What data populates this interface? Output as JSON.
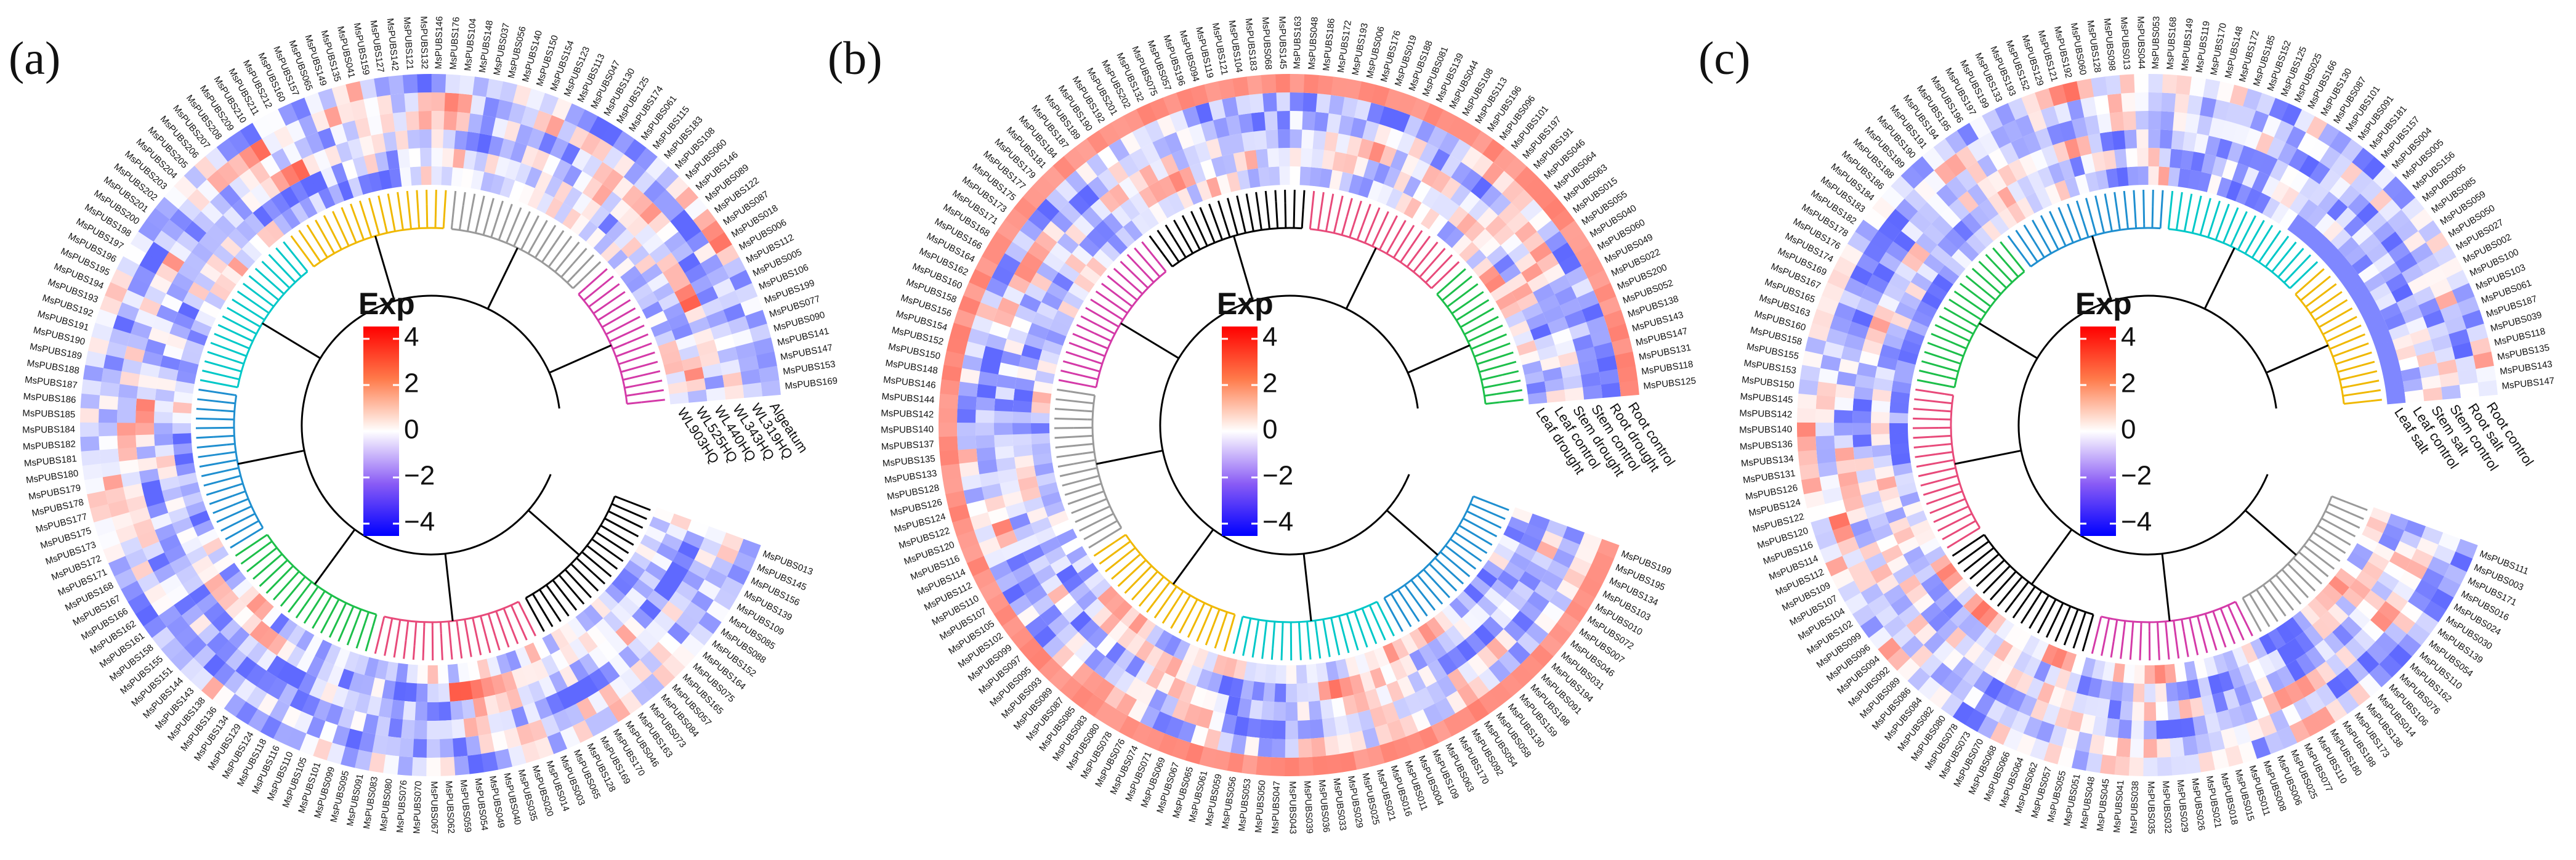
{
  "panels": [
    {
      "label": "(a)",
      "tracks": [
        "Algeatum",
        "WL319HQ",
        "WL343HQ",
        "WL440HQ",
        "WL525HQ",
        "WL903HQ"
      ],
      "genes_right": [
        "MsPUBS013",
        "MsPUBS145",
        "MsPUBS156",
        "MsPUBS139",
        "MsPUBS109",
        "MsPUBS085",
        "MsPUBS088",
        "MsPUBS152",
        "MsPUBS164",
        "MsPUBS075",
        "MsPUBS165",
        "MsPUBS057",
        "MsPUBS084",
        "MsPUBS073",
        "MsPUBS163",
        "MsPUBS046",
        "MsPUBS170",
        "MsPUBS169",
        "MsPUBS128",
        "MsPUBS065"
      ],
      "genes_left": [
        "MsPUBS160",
        "MsPUBS157",
        "MsPUBS065",
        "MsPUBS149",
        "MsPUBS135",
        "MsPUBS041",
        "MsPUBS159",
        "MsPUBS127",
        "MsPUBS142",
        "MsPUBS121",
        "MsPUBS132",
        "MsPUBS146",
        "MsPUBS176",
        "MsPUBS104",
        "MsPUBS148",
        "MsPUBS037",
        "MsPUBS056",
        "MsPUBS140",
        "MsPUBS150",
        "MsPUBS154",
        "MsPUBS123",
        "MsPUBS113",
        "MsPUBS047",
        "MsPUBS130",
        "MsPUBS125",
        "MsPUBS174",
        "MsPUBS061",
        "MsPUBS115",
        "MsPUBS183",
        "MsPUBS108",
        "MsPUBS060",
        "MsPUBS146",
        "MsPUBS089",
        "MsPUBS122",
        "MsPUBS087",
        "MsPUBS018",
        "MsPUBS006",
        "MsPUBS112",
        "MsPUBS005",
        "MsPUBS106",
        "MsPUBS199",
        "MsPUBS077",
        "MsPUBS090",
        "MsPUBS141",
        "MsPUBS147",
        "MsPUBS153",
        "MsPUBS169"
      ],
      "genes_arc": [
        "MsPUBS003",
        "MsPUBS014",
        "MsPUBS020",
        "MsPUBS035",
        "MsPUBS040",
        "MsPUBS049",
        "MsPUBS054",
        "MsPUBS059",
        "MsPUBS062",
        "MsPUBS067",
        "MsPUBS070",
        "MsPUBS076",
        "MsPUBS080",
        "MsPUBS083",
        "MsPUBS091",
        "MsPUBS095",
        "MsPUBS099",
        "MsPUBS101",
        "MsPUBS105",
        "MsPUBS110",
        "MsPUBS116",
        "MsPUBS118",
        "MsPUBS124",
        "MsPUBS129",
        "MsPUBS134",
        "MsPUBS136",
        "MsPUBS138",
        "MsPUBS143",
        "MsPUBS144",
        "MsPUBS151",
        "MsPUBS155",
        "MsPUBS158",
        "MsPUBS161",
        "MsPUBS162",
        "MsPUBS166",
        "MsPUBS167",
        "MsPUBS168",
        "MsPUBS171",
        "MsPUBS172",
        "MsPUBS173",
        "MsPUBS175",
        "MsPUBS177",
        "MsPUBS178",
        "MsPUBS179",
        "MsPUBS180",
        "MsPUBS181",
        "MsPUBS182",
        "MsPUBS184",
        "MsPUBS185",
        "MsPUBS186",
        "MsPUBS187",
        "MsPUBS188",
        "MsPUBS189",
        "MsPUBS190",
        "MsPUBS191",
        "MsPUBS192",
        "MsPUBS193",
        "MsPUBS194",
        "MsPUBS195",
        "MsPUBS196",
        "MsPUBS197",
        "MsPUBS198",
        "MsPUBS200",
        "MsPUBS201",
        "MsPUBS202",
        "MsPUBS203",
        "MsPUBS204",
        "MsPUBS205",
        "MsPUBS206",
        "MsPUBS207",
        "MsPUBS208",
        "MsPUBS209",
        "MsPUBS210",
        "MsPUBS211",
        "MsPUBS212"
      ]
    },
    {
      "label": "(b)",
      "tracks": [
        "Root control",
        "Root drought",
        "Stem control",
        "Stem drought",
        "Leaf control",
        "Leaf drought"
      ],
      "genes_right": [
        "MsPUBS199",
        "MsPUBS195",
        "MsPUBS134",
        "MsPUBS103",
        "MsPUBS010",
        "MsPUBS072",
        "MsPUBS007",
        "MsPUBS046",
        "MsPUBS031",
        "MsPUBS194",
        "MsPUBS091",
        "MsPUBS198",
        "MsPUBS159",
        "MsPUBS130",
        "MsPUBS058",
        "MsPUBS054",
        "MsPUBS092",
        "MsPUBS170",
        "MsPUBS063",
        "MsPUBS109"
      ],
      "genes_left": [
        "MsPUBS132",
        "MsPUBS075",
        "MsPUBS057",
        "MsPUBS196",
        "MsPUBS094",
        "MsPUBS119",
        "MsPUBS121",
        "MsPUBS104",
        "MsPUBS183",
        "MsPUBS068",
        "MsPUBS145",
        "MsPUBS163",
        "MsPUBS048",
        "MsPUBS186",
        "MsPUBS172",
        "MsPUBS193",
        "MsPUBS006",
        "MsPUBS176",
        "MsPUBS019",
        "MsPUBS188",
        "MsPUBS081",
        "MsPUBS139",
        "MsPUBS044",
        "MsPUBS108",
        "MsPUBS113",
        "MsPUBS196",
        "MsPUBS096",
        "MsPUBS101",
        "MsPUBS197",
        "MsPUBS191",
        "MsPUBS046",
        "MsPUBS064",
        "MsPUBS063",
        "MsPUBS015",
        "MsPUBS055",
        "MsPUBS040",
        "MsPUBS060",
        "MsPUBS049",
        "MsPUBS022",
        "MsPUBS200",
        "MsPUBS052",
        "MsPUBS138",
        "MsPUBS143",
        "MsPUBS147",
        "MsPUBS131",
        "MsPUBS118",
        "MsPUBS125"
      ],
      "genes_arc": [
        "MsPUBS004",
        "MsPUBS011",
        "MsPUBS016",
        "MsPUBS021",
        "MsPUBS025",
        "MsPUBS029",
        "MsPUBS033",
        "MsPUBS036",
        "MsPUBS039",
        "MsPUBS043",
        "MsPUBS047",
        "MsPUBS050",
        "MsPUBS053",
        "MsPUBS056",
        "MsPUBS059",
        "MsPUBS061",
        "MsPUBS065",
        "MsPUBS067",
        "MsPUBS069",
        "MsPUBS071",
        "MsPUBS074",
        "MsPUBS076",
        "MsPUBS078",
        "MsPUBS080",
        "MsPUBS083",
        "MsPUBS085",
        "MsPUBS087",
        "MsPUBS089",
        "MsPUBS093",
        "MsPUBS095",
        "MsPUBS097",
        "MsPUBS099",
        "MsPUBS102",
        "MsPUBS105",
        "MsPUBS107",
        "MsPUBS110",
        "MsPUBS112",
        "MsPUBS114",
        "MsPUBS116",
        "MsPUBS120",
        "MsPUBS122",
        "MsPUBS124",
        "MsPUBS126",
        "MsPUBS128",
        "MsPUBS133",
        "MsPUBS135",
        "MsPUBS137",
        "MsPUBS140",
        "MsPUBS142",
        "MsPUBS144",
        "MsPUBS146",
        "MsPUBS148",
        "MsPUBS150",
        "MsPUBS152",
        "MsPUBS154",
        "MsPUBS156",
        "MsPUBS158",
        "MsPUBS160",
        "MsPUBS162",
        "MsPUBS164",
        "MsPUBS166",
        "MsPUBS168",
        "MsPUBS171",
        "MsPUBS173",
        "MsPUBS175",
        "MsPUBS177",
        "MsPUBS179",
        "MsPUBS181",
        "MsPUBS184",
        "MsPUBS187",
        "MsPUBS189",
        "MsPUBS190",
        "MsPUBS192",
        "MsPUBS201",
        "MsPUBS202"
      ]
    },
    {
      "label": "(c)",
      "tracks": [
        "Root control",
        "Root salt",
        "Stem control",
        "Stem salt",
        "Leaf control",
        "Leaf salt"
      ],
      "genes_right": [
        "MsPUBS111",
        "MsPUBS003",
        "MsPUBS171",
        "MsPUBS016",
        "MsPUBS024",
        "MsPUBS030",
        "MsPUBS139",
        "MsPUBS054",
        "MsPUBS110",
        "MsPUBS162",
        "MsPUBS076",
        "MsPUBS106",
        "MsPUBS014",
        "MsPUBS138",
        "MsPUBS173",
        "MsPUBS198",
        "MsPUBS180",
        "MsPUBS110",
        "MsPUBS077",
        "MsPUBS025"
      ],
      "genes_left": [
        "MsPUBS133",
        "MsPUBS193",
        "MsPUBS152",
        "MsPUBS129",
        "MsPUBS121",
        "MsPUBS192",
        "MsPUBS060",
        "MsPUBS128",
        "MsPUBS098",
        "MsPUBS013",
        "MsPUBS044",
        "MsPUBS053",
        "MsPUBS168",
        "MsPUBS149",
        "MsPUBS119",
        "MsPUBS170",
        "MsPUBS148",
        "MsPUBS172",
        "MsPUBS185",
        "MsPUBS152",
        "MsPUBS125",
        "MsPUBS025",
        "MsPUBS166",
        "MsPUBS130",
        "MsPUBS087",
        "MsPUBS101",
        "MsPUBS091",
        "MsPUBS181",
        "MsPUBS157",
        "MsPUBS004",
        "MsPUBS005",
        "MsPUBS156",
        "MsPUBS005",
        "MsPUBS085",
        "MsPUBS059",
        "MsPUBS050",
        "MsPUBS027",
        "MsPUBS002",
        "MsPUBS100",
        "MsPUBS103",
        "MsPUBS061",
        "MsPUBS187",
        "MsPUBS039",
        "MsPUBS118",
        "MsPUBS135",
        "MsPUBS143",
        "MsPUBS147"
      ],
      "genes_arc": [
        "MsPUBS006",
        "MsPUBS008",
        "MsPUBS011",
        "MsPUBS015",
        "MsPUBS018",
        "MsPUBS021",
        "MsPUBS026",
        "MsPUBS029",
        "MsPUBS032",
        "MsPUBS035",
        "MsPUBS038",
        "MsPUBS041",
        "MsPUBS045",
        "MsPUBS048",
        "MsPUBS051",
        "MsPUBS055",
        "MsPUBS057",
        "MsPUBS062",
        "MsPUBS064",
        "MsPUBS066",
        "MsPUBS068",
        "MsPUBS070",
        "MsPUBS073",
        "MsPUBS078",
        "MsPUBS080",
        "MsPUBS082",
        "MsPUBS084",
        "MsPUBS086",
        "MsPUBS089",
        "MsPUBS092",
        "MsPUBS094",
        "MsPUBS096",
        "MsPUBS099",
        "MsPUBS102",
        "MsPUBS104",
        "MsPUBS107",
        "MsPUBS109",
        "MsPUBS112",
        "MsPUBS114",
        "MsPUBS116",
        "MsPUBS120",
        "MsPUBS122",
        "MsPUBS124",
        "MsPUBS126",
        "MsPUBS131",
        "MsPUBS134",
        "MsPUBS136",
        "MsPUBS140",
        "MsPUBS142",
        "MsPUBS145",
        "MsPUBS150",
        "MsPUBS153",
        "MsPUBS155",
        "MsPUBS158",
        "MsPUBS160",
        "MsPUBS163",
        "MsPUBS165",
        "MsPUBS167",
        "MsPUBS169",
        "MsPUBS174",
        "MsPUBS176",
        "MsPUBS178",
        "MsPUBS182",
        "MsPUBS183",
        "MsPUBS184",
        "MsPUBS186",
        "MsPUBS188",
        "MsPUBS189",
        "MsPUBS190",
        "MsPUBS191",
        "MsPUBS194",
        "MsPUBS195",
        "MsPUBS196",
        "MsPUBS197",
        "MsPUBS199"
      ]
    }
  ],
  "legend": {
    "title": "Exp",
    "ticks": [
      "4",
      "2",
      "0",
      "−2",
      "−4"
    ],
    "colors": [
      "#0000ff",
      "#8a5cf5",
      "#ffffff",
      "#ff7a4a",
      "#ff0000"
    ]
  },
  "clade_colors": [
    "#000000",
    "#e84a7a",
    "#1dbf4a",
    "#1f8fd0",
    "#00c8c8",
    "#f0b800",
    "#9a9a9a",
    "#d43aa8"
  ]
}
